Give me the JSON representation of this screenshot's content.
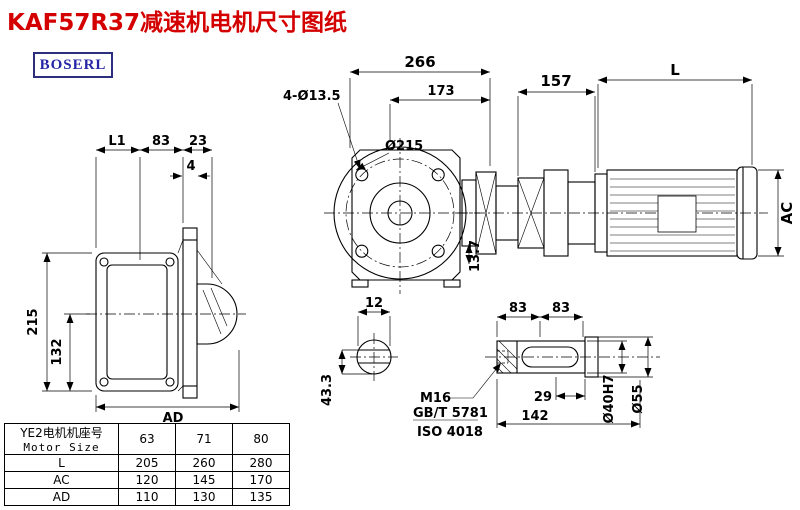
{
  "title": "KAF57R37减速机电机尺寸图纸",
  "logo": "BOSERL",
  "dims": {
    "overall_266": "266",
    "flange_173": "173",
    "bolt_holes": "4-Ø13.5",
    "flange_dia": "Ø215",
    "adapter_157": "157",
    "motor_L": "L",
    "motor_AC": "AC",
    "left_L1": "L1",
    "left_83": "83",
    "left_23": "23",
    "left_4": "4",
    "left_215": "215",
    "left_132": "132",
    "left_AD": "AD",
    "key_12": "12",
    "key_43_3": "43.3",
    "shaft_83a": "83",
    "shaft_83b": "83",
    "shaft_M16": "M16",
    "std_gbt": "GB/T 5781",
    "std_iso": "ISO 4018",
    "shaft_29": "29",
    "shaft_142": "142",
    "shaft_d40": "Ø40H7",
    "shaft_d55": "Ø55",
    "gap_13_7": "13.7"
  },
  "table": {
    "header_cn": "YE2电机机座号",
    "header_en": "Motor Size",
    "sizes": [
      "63",
      "71",
      "80"
    ],
    "rows": [
      {
        "label": "L",
        "values": [
          "205",
          "260",
          "280"
        ]
      },
      {
        "label": "AC",
        "values": [
          "120",
          "145",
          "170"
        ]
      },
      {
        "label": "AD",
        "values": [
          "110",
          "130",
          "135"
        ]
      }
    ]
  }
}
